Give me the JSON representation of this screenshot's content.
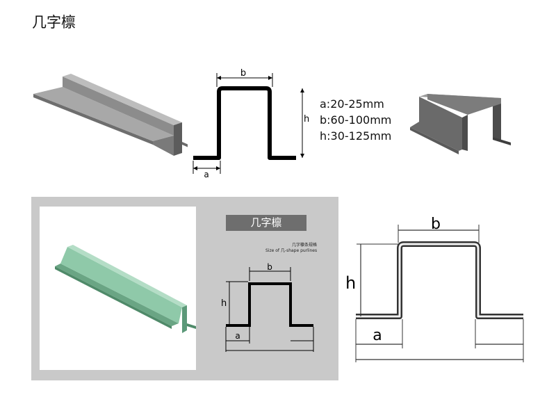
{
  "title": "几字檩",
  "specs": [
    "a:20-25mm",
    "b:60-100mm",
    "h:30-125mm"
  ],
  "diagram_top": {
    "label_a": "a",
    "label_b": "b",
    "label_h": "h"
  },
  "panel": {
    "label": "几字檩",
    "subtitle_zh": "几字檩条规格",
    "subtitle_en": "Size of 几-shape purlines",
    "label_a": "a",
    "label_b": "b",
    "label_h": "h"
  },
  "diagram_big": {
    "label_a": "a",
    "label_b": "b",
    "label_h": "h"
  },
  "colors": {
    "purlin_gray": "#8a8a8a",
    "purlin_green": "#7fb89a",
    "panel_bg": "#c9c9c9"
  }
}
